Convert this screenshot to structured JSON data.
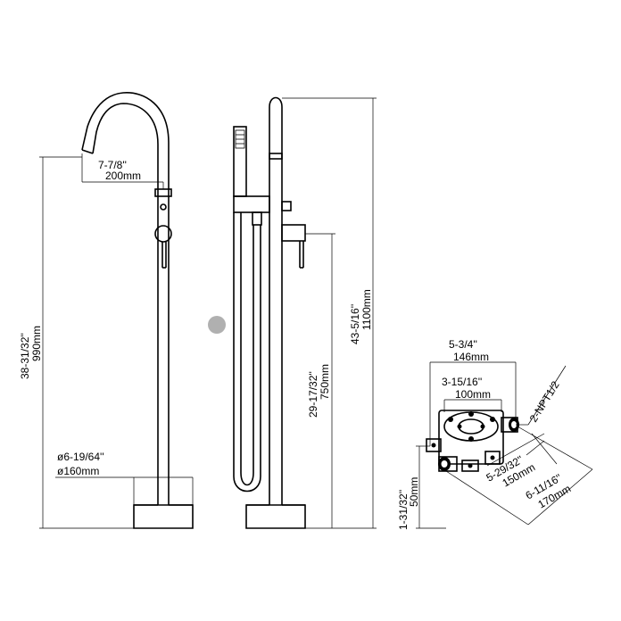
{
  "colors": {
    "line": "#000000",
    "background": "#ffffff",
    "marker_dot": "#b0b0b0"
  },
  "front_view": {
    "spout_reach_in": "7-7/8''",
    "spout_reach_mm": "200mm",
    "height_in": "38-31/32''",
    "height_mm": "990mm",
    "base_dia_in": "ø6-19/64''",
    "base_dia_mm": "ø160mm"
  },
  "side_view": {
    "total_height_in": "43-5/16''",
    "total_height_mm": "1100mm",
    "handle_height_in": "29-17/32''",
    "handle_height_mm": "750mm"
  },
  "rough_in_valve": {
    "outer_width_in": "5-3/4''",
    "outer_width_mm": "146mm",
    "inner_width_in": "3-15/16''",
    "inner_width_mm": "100mm",
    "thread_label": "2-NPT1/2",
    "diag_short_in": "5-29/32''",
    "diag_short_mm": "150mm",
    "diag_long_in": "6-11/16''",
    "diag_long_mm": "170mm",
    "height_in": "1-31/32''",
    "height_mm": "50mm"
  }
}
